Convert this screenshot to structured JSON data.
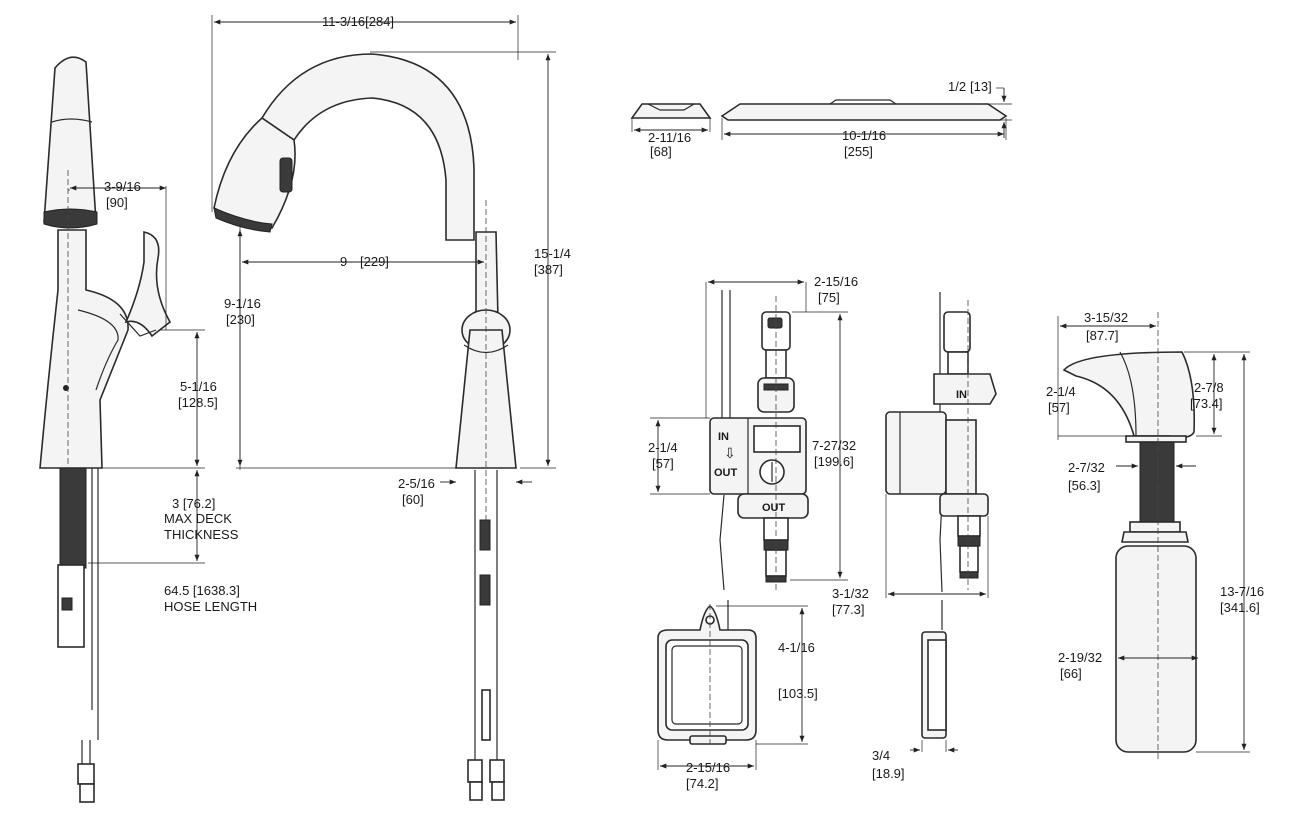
{
  "labels": {
    "faucet_side_reach": "3-9/16",
    "faucet_side_reach_mm": "[90]",
    "handle_height": "5-1/16",
    "handle_height_mm": "[128.5]",
    "max_deck": "3 [76.2]",
    "max_deck_line2": "MAX DECK",
    "max_deck_line3": "THICKNESS",
    "hose": "64.5 [1638.3]",
    "hose_line2": "HOSE LENGTH",
    "overall_width": "11-3/16[284]",
    "spout_reach": "9",
    "spout_reach_mm": "[229]",
    "spout_clearance": "9-1/16",
    "spout_clearance_mm": "[230]",
    "overall_height": "15-1/4",
    "overall_height_mm": "[387]",
    "base_dia": "2-5/16",
    "base_dia_mm": "[60]",
    "plate_small": "2-11/16",
    "plate_small_mm": "[68]",
    "plate_large": "10-1/16",
    "plate_large_mm": "[255]",
    "plate_height": "1/2",
    "plate_height_mm": "[13]",
    "valve_width": "2-15/16",
    "valve_width_mm": "[75]",
    "valve_box": "2-1/4",
    "valve_box_mm": "[57]",
    "valve_in": "IN",
    "valve_out": "OUT",
    "valve_in_side": "IN",
    "valve_out_port": "OUT",
    "valve_height": "7-27/32",
    "valve_height_mm": "[199.6]",
    "valve_depth": "3-1/32",
    "valve_depth_mm": "[77.3]",
    "battery_height": "4-1/16",
    "battery_height_mm": "[103.5]",
    "battery_width": "2-15/16",
    "battery_width_mm": "[74.2]",
    "battery_depth": "3/4",
    "battery_depth_mm": "[18.9]",
    "soap_width": "3-15/32",
    "soap_width_mm": "[87.7]",
    "soap_head": "2-1/4",
    "soap_head_mm": "[57]",
    "soap_head_h": "2-7/8",
    "soap_head_h_mm": "[73.4]",
    "soap_shank": "2-7/32",
    "soap_shank_mm": "[56.3]",
    "soap_total": "13-7/16",
    "soap_total_mm": "[341.6]",
    "soap_bottle": "2-19/32",
    "soap_bottle_mm": "[66]"
  }
}
